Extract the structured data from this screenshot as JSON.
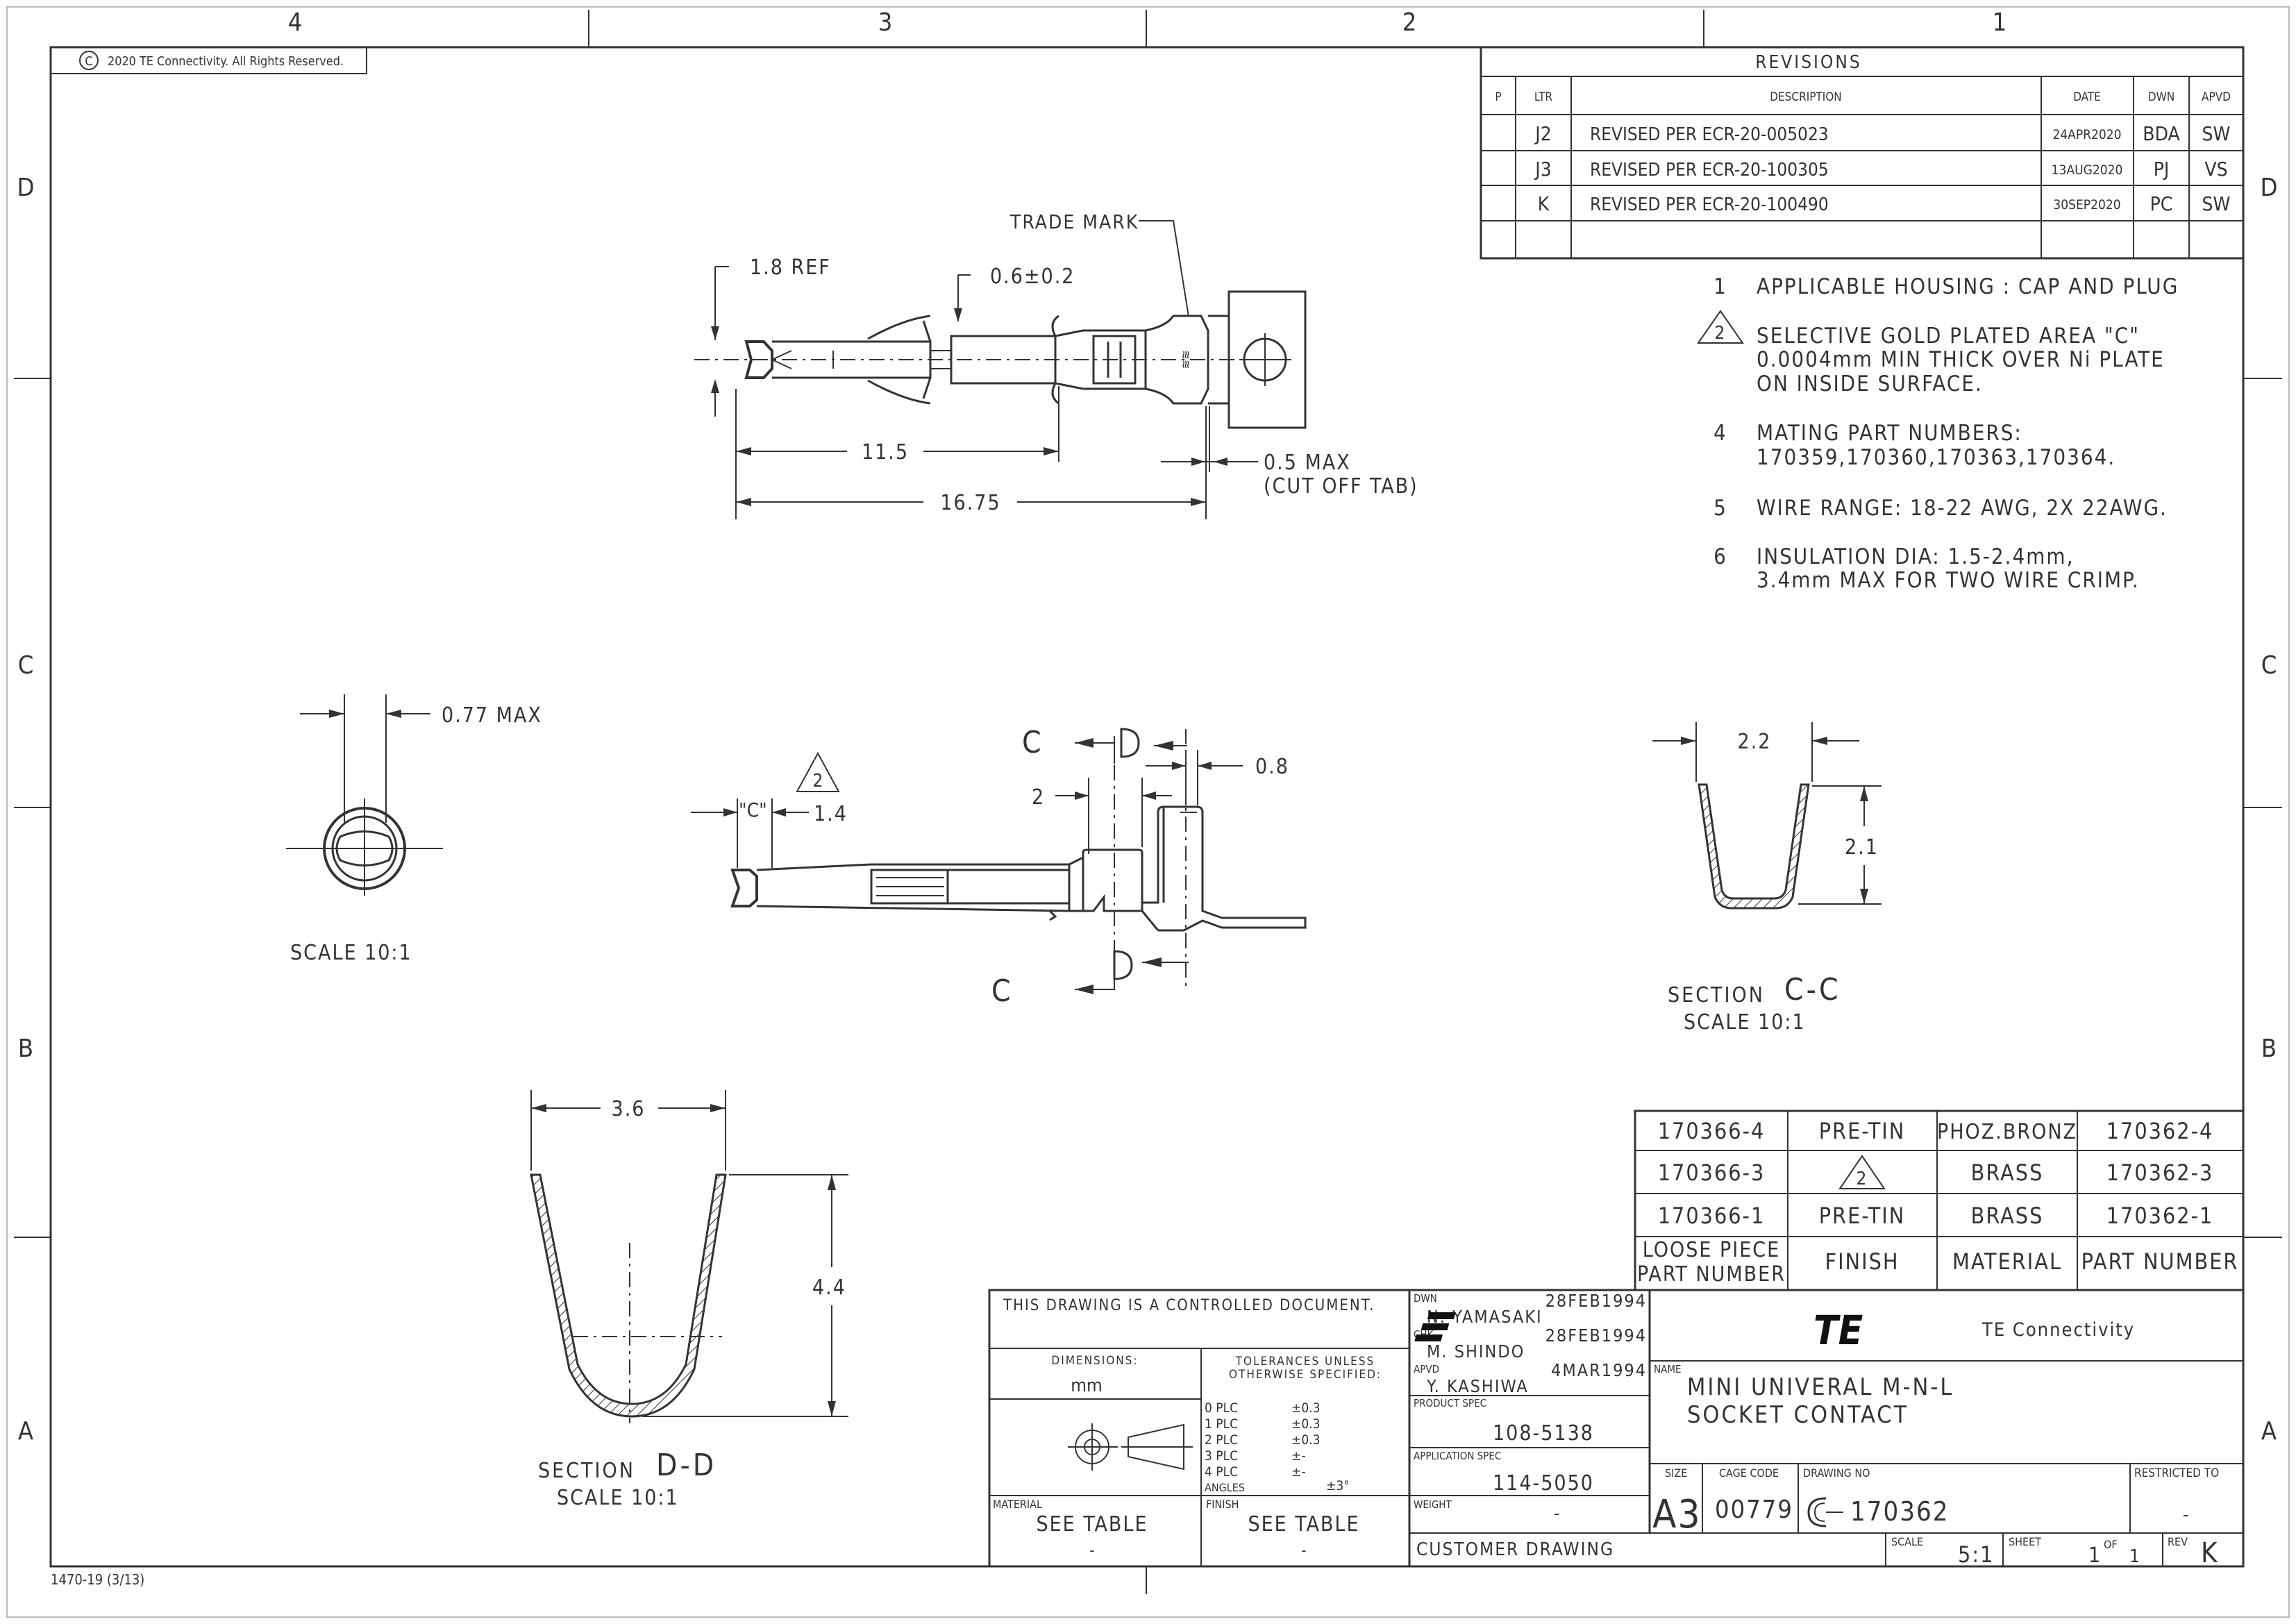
{
  "border": {
    "columns": [
      "4",
      "3",
      "2",
      "1"
    ],
    "rows": [
      "D",
      "C",
      "B",
      "A"
    ],
    "copyright": "2020 TE Connectivity. All Rights Reserved.",
    "copyright_symbol": "C",
    "form_number": "1470-19 (3/13)"
  },
  "revisions": {
    "title": "REVISIONS",
    "headers": {
      "p": "P",
      "ltr": "LTR",
      "description": "DESCRIPTION",
      "date": "DATE",
      "dwn": "DWN",
      "apvd": "APVD"
    },
    "rows": [
      {
        "ltr": "J2",
        "description": "REVISED PER ECR-20-005023",
        "date": "24APR2020",
        "dwn": "BDA",
        "apvd": "SW"
      },
      {
        "ltr": "J3",
        "description": "REVISED PER ECR-20-100305",
        "date": "13AUG2020",
        "dwn": "PJ",
        "apvd": "VS"
      },
      {
        "ltr": "K",
        "description": "REVISED PER ECR-20-100490",
        "date": "30SEP2020",
        "dwn": "PC",
        "apvd": "SW"
      }
    ]
  },
  "notes": [
    {
      "num": "1",
      "lines": [
        "APPLICABLE HOUSING : CAP AND PLUG"
      ]
    },
    {
      "num": "2",
      "lines": [
        "SELECTIVE GOLD PLATED AREA \"C\"",
        "0.0004mm MIN THICK OVER Ni PLATE",
        "ON INSIDE SURFACE."
      ]
    },
    {
      "num": "4",
      "lines": [
        "MATING PART NUMBERS:",
        "170359,170360,170363,170364."
      ]
    },
    {
      "num": "5",
      "lines": [
        "WIRE RANGE: 18-22 AWG, 2X 22AWG."
      ]
    },
    {
      "num": "6",
      "lines": [
        "INSULATION DIA: 1.5-2.4mm,",
        "3.4mm MAX FOR TWO WIRE CRIMP."
      ]
    }
  ],
  "top_view": {
    "trade_mark": "TRADE MARK",
    "dim_ref": "1.8 REF",
    "dim_tol": "0.6±0.2",
    "dim_len1": "11.5",
    "dim_len2": "16.75",
    "dim_tab1": "0.5 MAX",
    "dim_tab2": "(CUT OFF TAB)"
  },
  "end_view": {
    "dim": "0.77 MAX",
    "scale": "SCALE  10:1"
  },
  "side_view": {
    "section_c": "C",
    "section_d": "D",
    "dim_08": "0.8",
    "dim_2": "2",
    "dim_c": "\"C\"",
    "dim_14": "1.4",
    "flag": "2"
  },
  "section_cc": {
    "dim_w": "2.2",
    "dim_h": "2.1",
    "label": "SECTION",
    "letters": "C-C",
    "scale": "SCALE  10:1"
  },
  "section_dd": {
    "dim_w": "3.6",
    "dim_h": "4.4",
    "label": "SECTION",
    "letters": "D-D",
    "scale": "SCALE  10:1"
  },
  "part_table": {
    "rows": [
      {
        "loose": "170366-4",
        "finish": "PRE-TIN",
        "material": "PHOZ.BRONZ",
        "part": "170362-4"
      },
      {
        "loose": "170366-3",
        "finish": "2",
        "material": "BRASS",
        "part": "170362-3"
      },
      {
        "loose": "170366-1",
        "finish": "PRE-TIN",
        "material": "BRASS",
        "part": "170362-1"
      }
    ],
    "header": {
      "loose1": "LOOSE PIECE",
      "loose2": "PART NUMBER",
      "finish": "FINISH",
      "material": "MATERIAL",
      "part": "PART NUMBER"
    }
  },
  "title_block": {
    "controlled": "THIS DRAWING IS A CONTROLLED DOCUMENT.",
    "dimensions_label": "DIMENSIONS:",
    "dimensions_unit": "mm",
    "tol_head1": "TOLERANCES UNLESS",
    "tol_head2": "OTHERWISE SPECIFIED:",
    "tol_rows": [
      {
        "label": "0 PLC",
        "value": "±0.3"
      },
      {
        "label": "1 PLC",
        "value": "±0.3"
      },
      {
        "label": "2 PLC",
        "value": "±0.3"
      },
      {
        "label": "3 PLC",
        "value": "±-"
      },
      {
        "label": "4 PLC",
        "value": "±-"
      },
      {
        "label": "ANGLES",
        "value": "±3°"
      }
    ],
    "material_label": "MATERIAL",
    "material_value": "SEE TABLE",
    "material_dash": "-",
    "finish_label": "FINISH",
    "finish_value": "SEE TABLE",
    "finish_dash": "-",
    "dwn_label": "DWN",
    "dwn_name": "N. YAMASAKI",
    "dwn_date": "28FEB1994",
    "chk_label": "CHK",
    "chk_name": "M. SHINDO",
    "chk_date": "28FEB1994",
    "apvd_label": "APVD",
    "apvd_name": "Y. KASHIWA",
    "apvd_date": "4MAR1994",
    "product_spec_label": "PRODUCT SPEC",
    "product_spec": "108-5138",
    "application_spec_label": "APPLICATION SPEC",
    "application_spec": "114-5050",
    "weight_label": "WEIGHT",
    "weight": "-",
    "customer_drawing": "CUSTOMER DRAWING",
    "logo": "TE",
    "company": "TE Connectivity",
    "name_label": "NAME",
    "name1": "MINI UNIVERAL M-N-L",
    "name2": "SOCKET CONTACT",
    "size_label": "SIZE",
    "size": "A3",
    "cage_label": "CAGE CODE",
    "cage": "00779",
    "dwg_label": "DRAWING NO",
    "dwg_prefix": "C",
    "dwg": "170362",
    "restricted_label": "RESTRICTED TO",
    "restricted": "-",
    "scale_label": "SCALE",
    "scale": "5:1",
    "sheet_label": "SHEET",
    "sheet": "1",
    "of_label": "OF",
    "of": "1",
    "rev_label": "REV",
    "rev": "K"
  }
}
